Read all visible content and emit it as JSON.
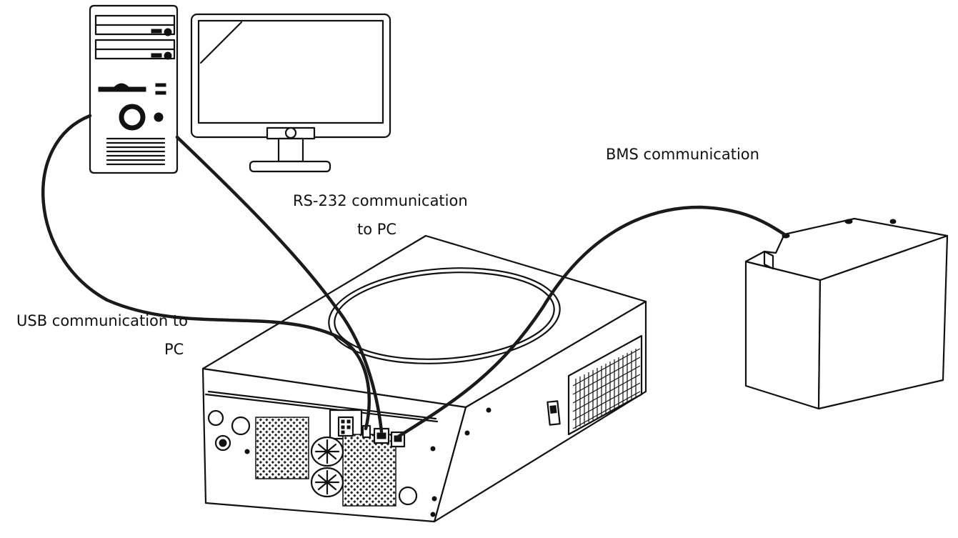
{
  "labels": {
    "usb_line1": "USB communication to",
    "usb_line2": "PC",
    "rs232_line1": "RS-232 communication",
    "rs232_line2": "to PC",
    "bms": "BMS communication"
  }
}
